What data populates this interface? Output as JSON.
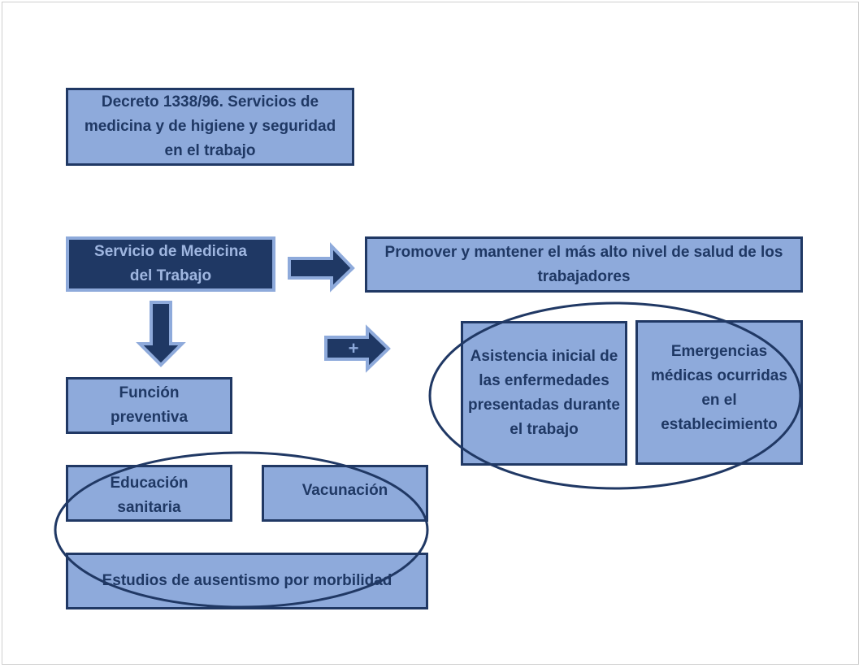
{
  "diagram": {
    "decree": "Decreto 1338/96. Servicios de medicina y de higiene y seguridad en el trabajo",
    "service": "Servicio de Medicina del Trabajo",
    "goal": "Promover y mantener el más alto nivel de salud de los trabajadores",
    "plus_arrow_label": "+",
    "preventive_function": "Función preventiva",
    "preventive_items": [
      {
        "label": "Educación sanitaria"
      },
      {
        "label": "Vacunación"
      },
      {
        "label": "Estudios de ausentismo por morbilidad"
      }
    ],
    "additional_items": [
      {
        "label": "Asistencia inicial de las enfermedades presentadas durante el trabajo"
      },
      {
        "label": "Emergencias médicas ocurridas en el establecimiento"
      }
    ]
  },
  "colors": {
    "box_fill": "#8eaadb",
    "box_border": "#203864",
    "dark_fill": "#1f3864",
    "arrow_outline": "#8eaadb",
    "text": "#1f3864"
  }
}
